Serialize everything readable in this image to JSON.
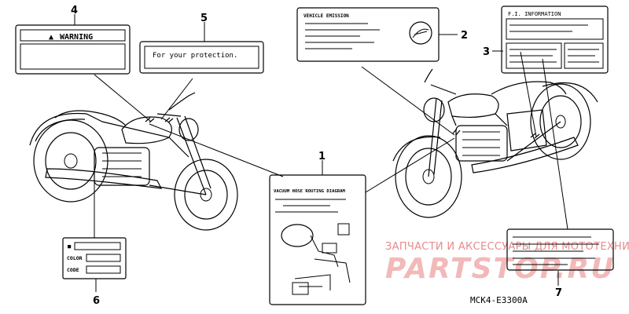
{
  "callouts": {
    "c1": "1",
    "c2": "2",
    "c3": "3",
    "c4": "4",
    "c5": "5",
    "c6": "6",
    "c7": "7"
  },
  "labels": {
    "warning_title": "WARNING",
    "protection_text": "For your protection.",
    "vehicle_emission_title": "VEHICLE EMISSION",
    "fi_information_title": "F.I. INFORMATION",
    "vacuum_hose_title": "VACUUM HOSE ROUTING DIAGRAM",
    "color_label_line2": "COLOR",
    "color_label_line3": "CODE"
  },
  "watermark": {
    "top_text": "ЗАПЧАСТИ И АКСЕССУАРЫ ДЛЯ МОТОТЕХНИКИ",
    "brand_text": "PARTSTOP.RU"
  },
  "part_code": "MCK4-E3300A"
}
